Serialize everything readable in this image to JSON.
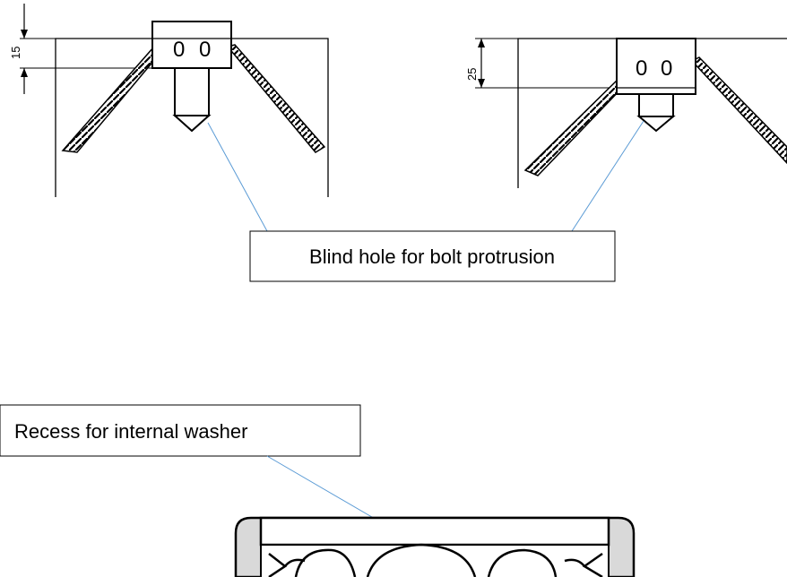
{
  "callouts": {
    "blind_hole": "Blind hole for bolt protrusion",
    "recess": "Recess for internal washer"
  },
  "dimensions": {
    "left_depth": "15",
    "right_depth": "25"
  },
  "holes": {
    "mark": "0"
  },
  "colors": {
    "line": "#000000",
    "leader": "#5b9bd5",
    "part_fill": "#d9d9d9"
  }
}
